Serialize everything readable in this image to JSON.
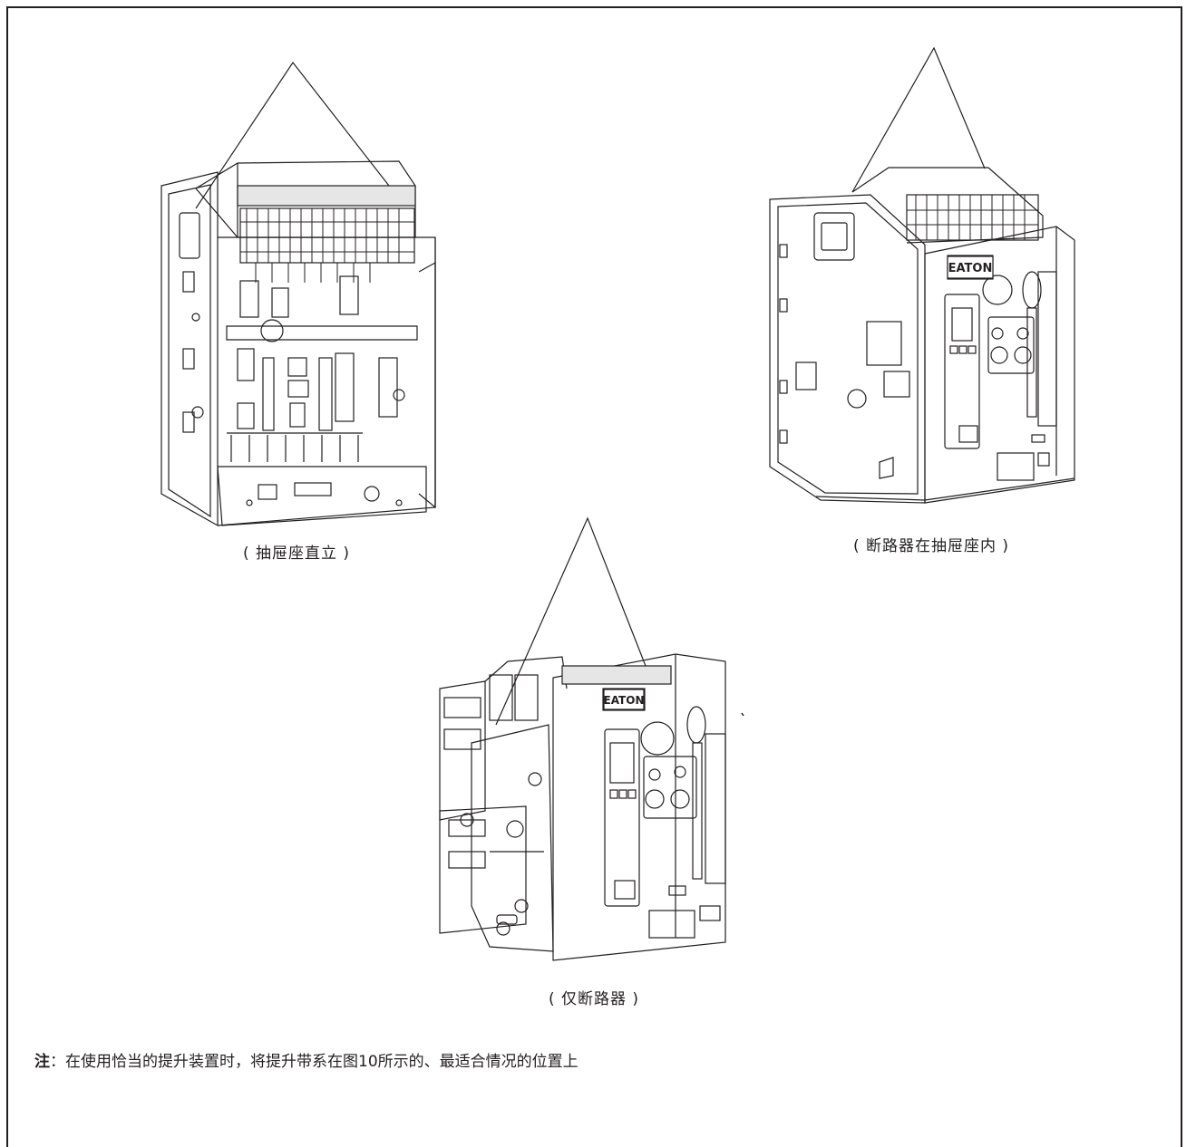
{
  "captions": {
    "cassette_upright": "( 抽屉座直立 )",
    "breaker_in_cassette": "( 断路器在抽屉座内 )",
    "breaker_only": "( 仅断路器 )"
  },
  "logo_text": "EATON",
  "note": {
    "label": "注",
    "separator": "：",
    "text": "在使用恰当的提升装置时，将提升带系在图10所示的、最适合情况的位置上"
  }
}
